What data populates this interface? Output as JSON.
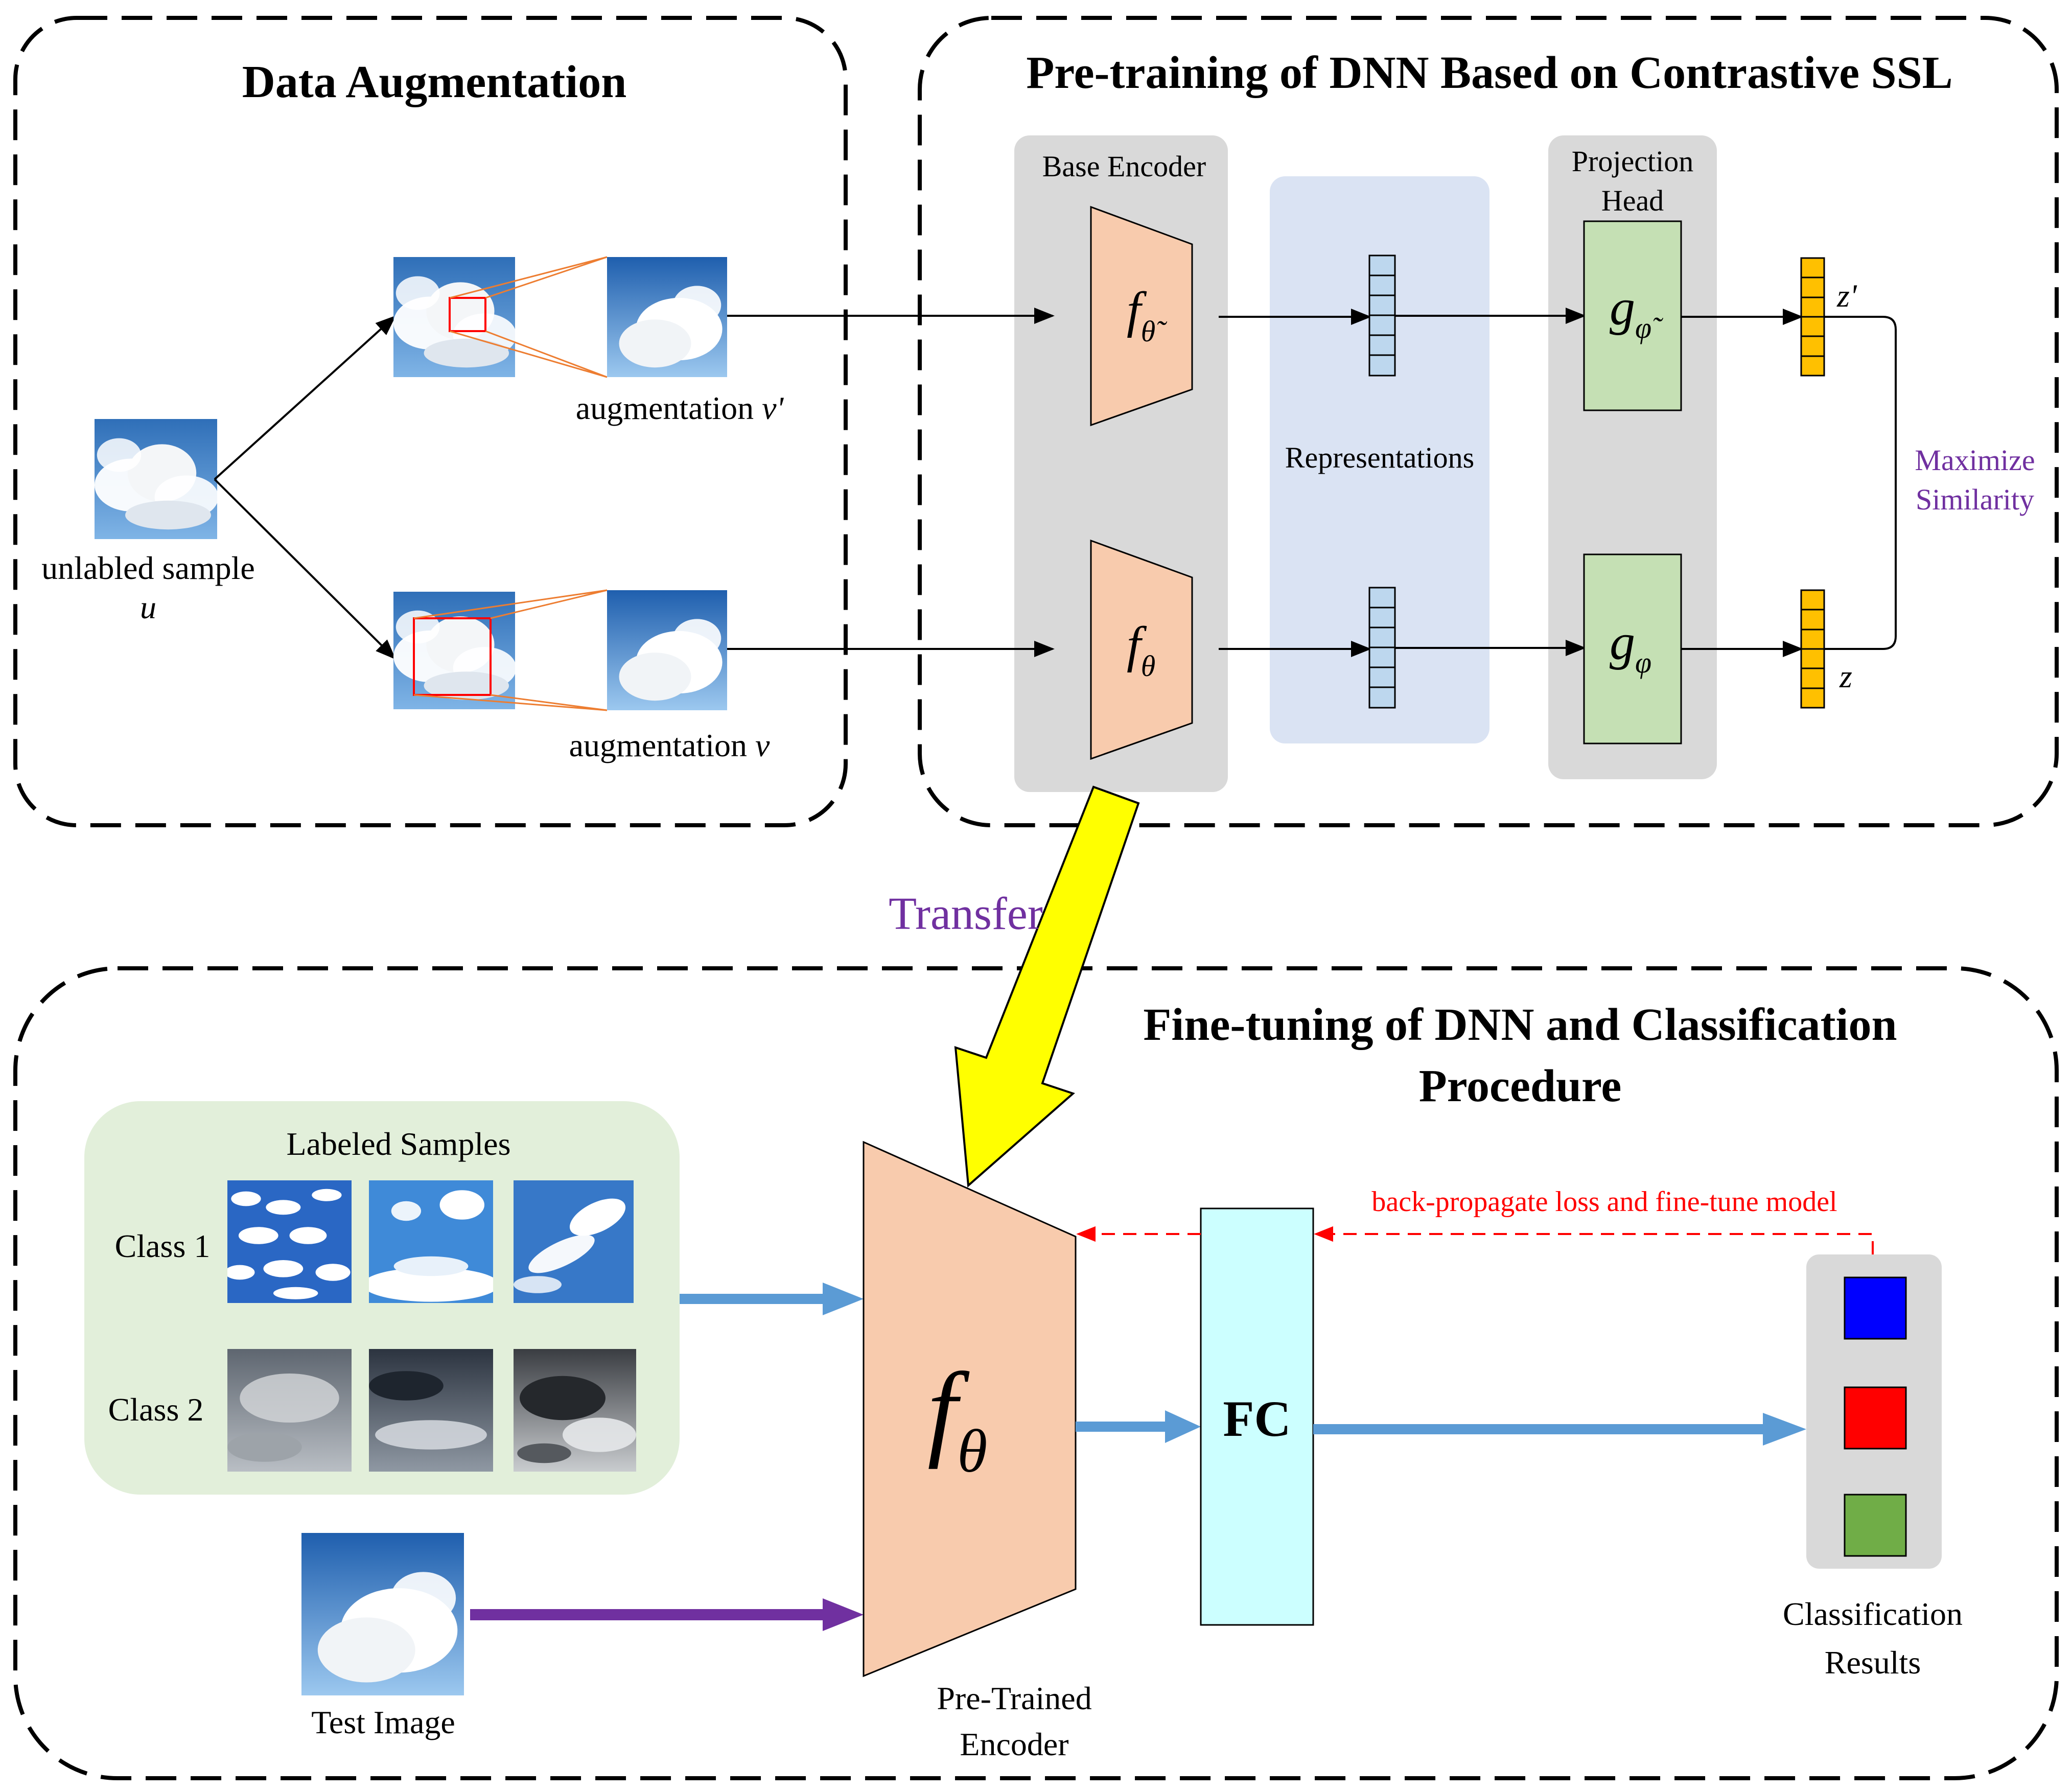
{
  "panels": {
    "augmentation_title": "Data Augmentation",
    "pretraining_title": "Pre-training of DNN Based on Contrastive SSL",
    "finetune_title_line1": "Fine-tuning of DNN and Classification",
    "finetune_title_line2": "Procedure"
  },
  "augmentation": {
    "sample_label": "unlabled sample",
    "sample_symbol": "u",
    "aug_top_label": "augmentation ",
    "aug_top_symbol": "v'",
    "aug_bottom_label": "augmentation ",
    "aug_bottom_symbol": "v"
  },
  "pretraining": {
    "base_encoder": "Base Encoder",
    "representations": "Representations",
    "projection_head_line1": "Projection",
    "projection_head_line2": "Head",
    "encoder_top": "f",
    "encoder_top_sub": "θ̃",
    "encoder_bottom": "f",
    "encoder_bottom_sub": "θ",
    "proj_top": "g",
    "proj_top_sub": "φ̃",
    "proj_bottom": "g",
    "proj_bottom_sub": "φ",
    "z_top": "z'",
    "z_bottom": "z",
    "maximize_line1": "Maximize",
    "maximize_line2": "Similarity"
  },
  "transfer": {
    "label": "Transfer"
  },
  "finetune": {
    "labeled_samples": "Labeled Samples",
    "class1": "Class 1",
    "class2": "Class 2",
    "test_image": "Test Image",
    "encoder_symbol": "f",
    "encoder_sub": "θ",
    "pretrained_line1": "Pre-Trained",
    "pretrained_line2": "Encoder",
    "fc": "FC",
    "backprop": "back-propagate loss and fine-tune model",
    "results_line1": "Classification",
    "results_line2": "Results"
  },
  "colors": {
    "encoder_fill": "#f8cbad",
    "projection_fill": "#c5e0b4",
    "representation_bg": "#dae3f3",
    "gray_bg": "#d9d9d9",
    "labeled_bg": "#e2efda",
    "fc_fill": "#ccffff",
    "z_fill": "#ffc000",
    "rep_cell_fill": "#bdd7ee",
    "arrow_blue": "#5b9bd5",
    "arrow_purple": "#7030a0",
    "transfer_yellow": "#ffff00",
    "backprop_red": "#ff0000",
    "result_blue": "#0000ff",
    "result_red": "#ff0000",
    "result_green": "#70ad47",
    "accent_purple": "#7030a0"
  }
}
